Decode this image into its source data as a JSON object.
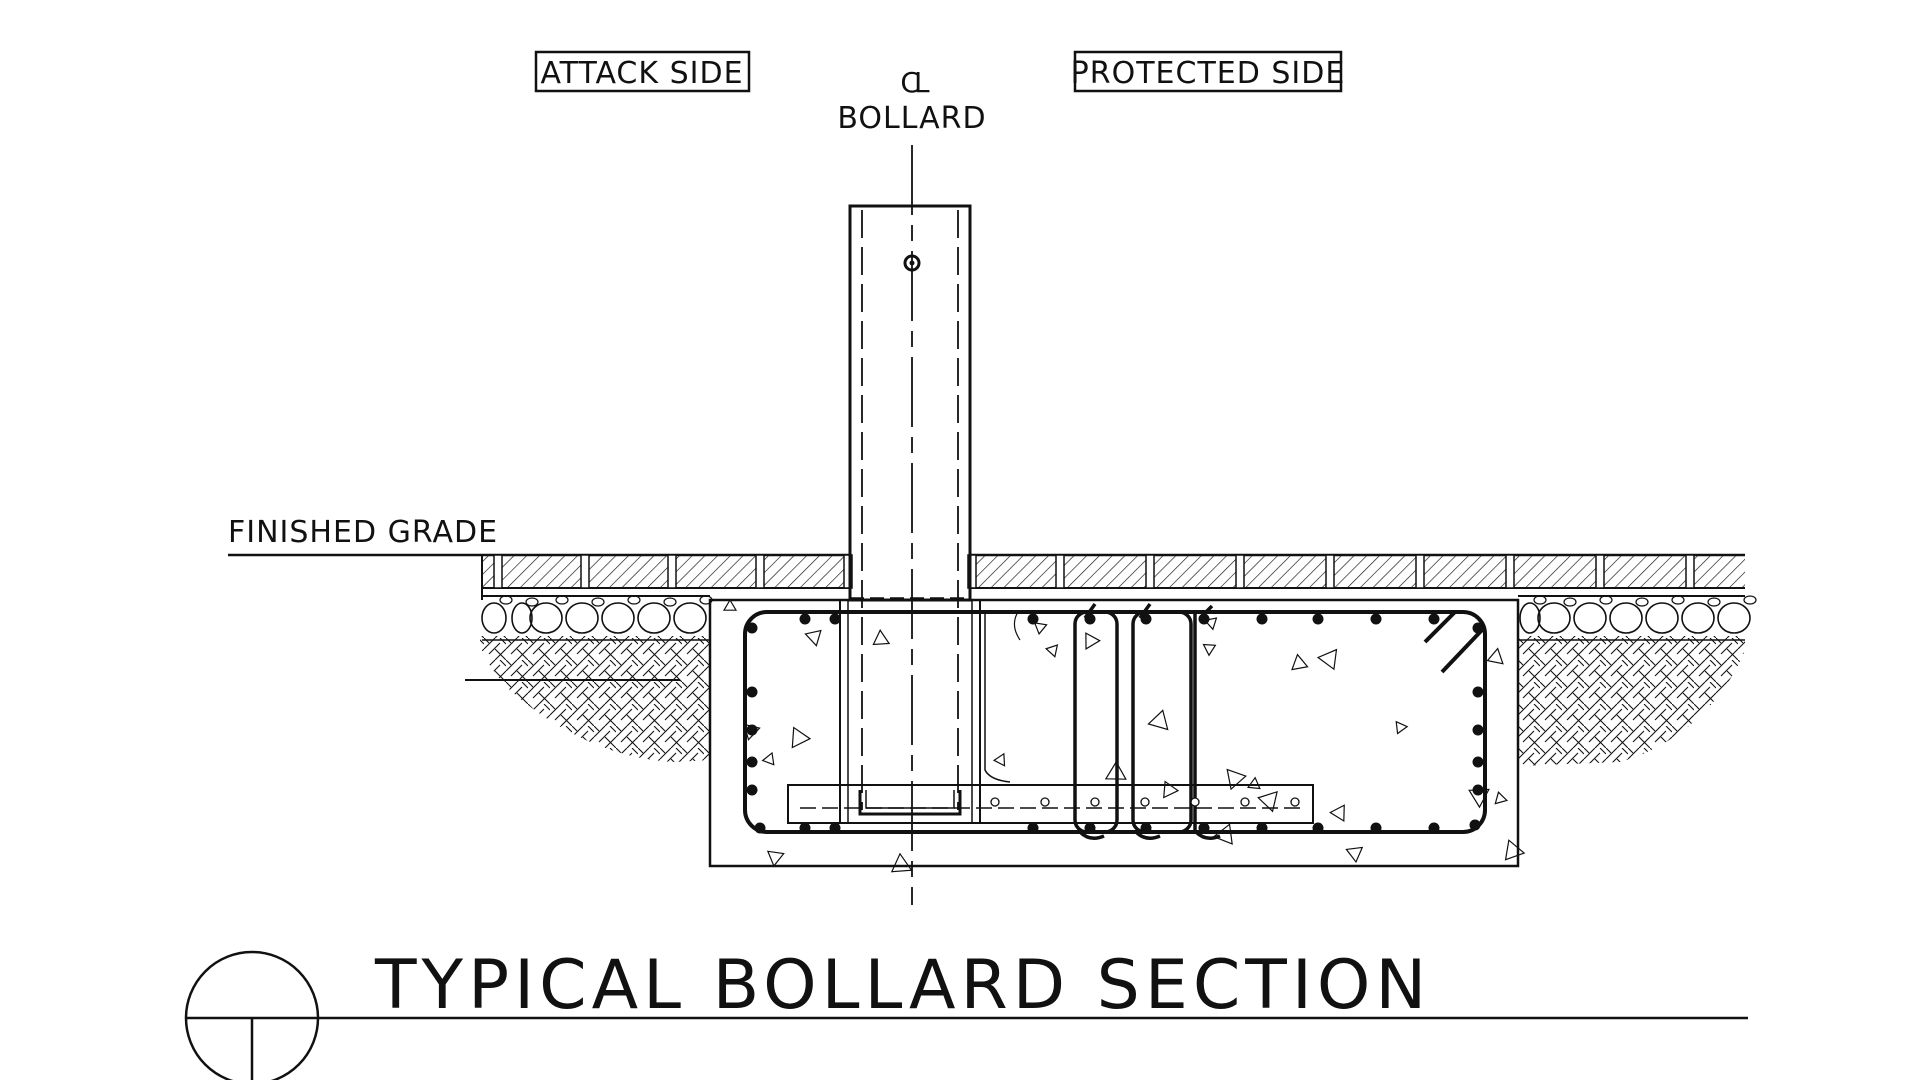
{
  "labels": {
    "attack_side": "ATTACK SIDE",
    "protected_side": "PROTECTED SIDE",
    "centerline_symbol": "CL",
    "bollard": "BOLLARD",
    "finished_grade": "FINISHED GRADE"
  },
  "title": "TYPICAL BOLLARD SECTION",
  "colors": {
    "ink": "#111111",
    "background": "#ffffff"
  }
}
